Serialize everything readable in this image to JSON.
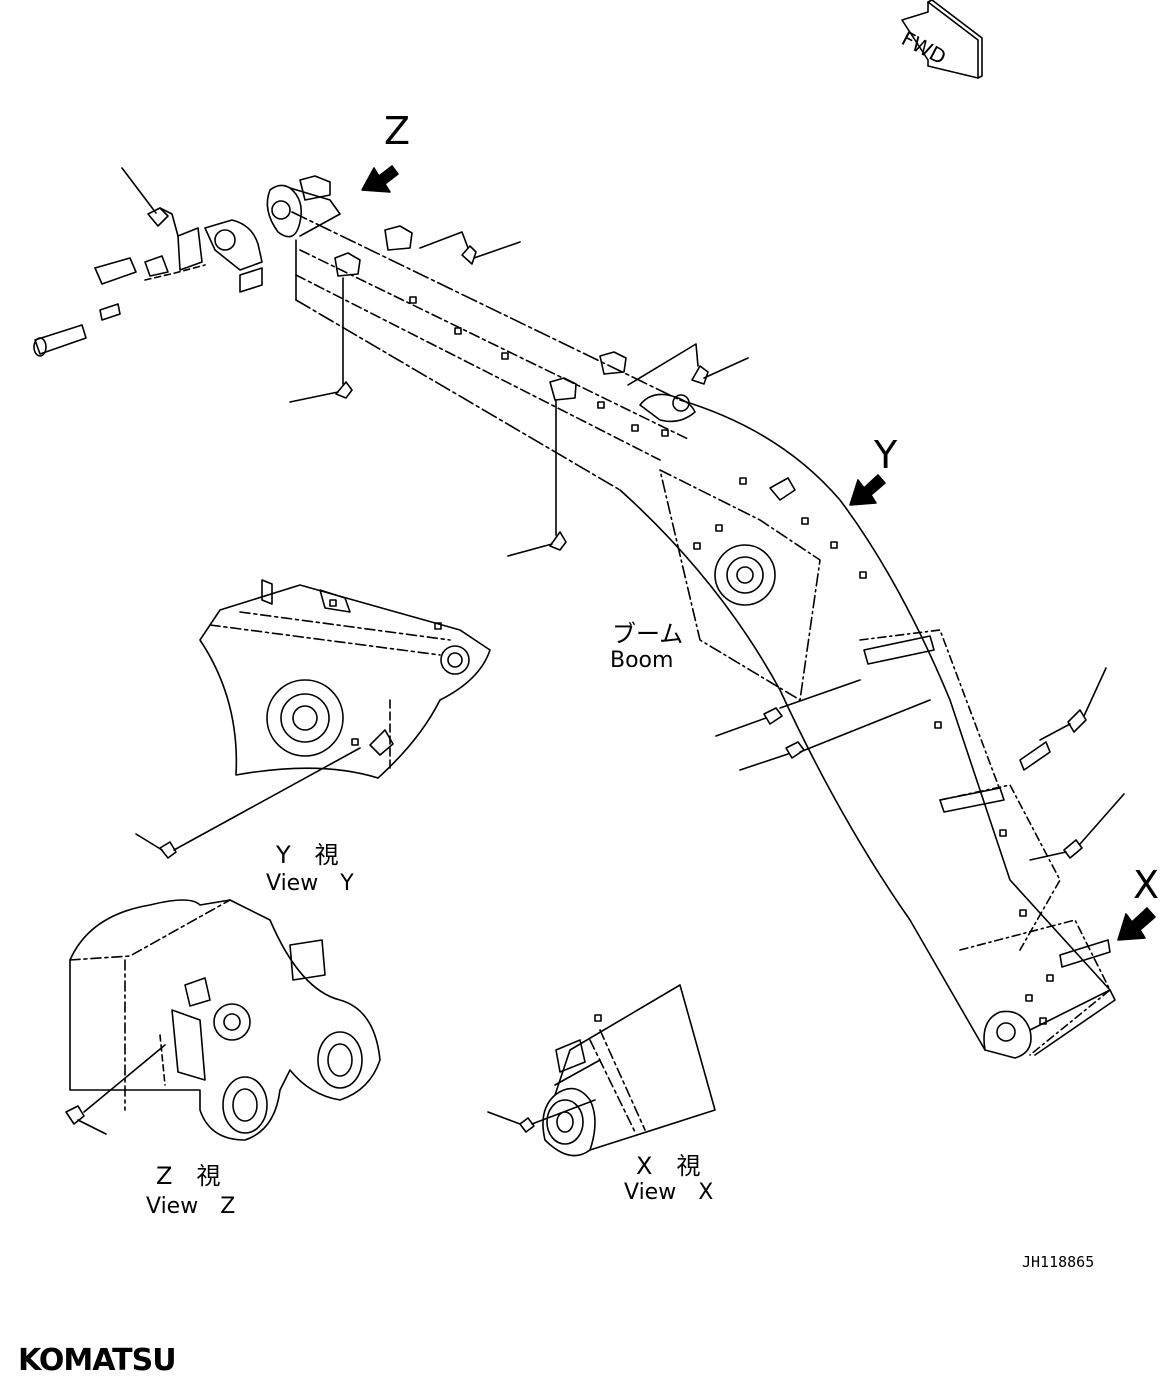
{
  "fwd": {
    "label": "FWD"
  },
  "views": {
    "z_arrow": "Z",
    "y_arrow": "Y",
    "x_arrow": "X",
    "y_view_jp": "Y　視",
    "y_view_en": "View　Y",
    "z_view_jp": "Z　視",
    "z_view_en": "View　Z",
    "x_view_jp": "X　視",
    "x_view_en": "View　X"
  },
  "boom": {
    "label_jp": "ブーム",
    "label_en": "Boom"
  },
  "drawing_code": "JH118865",
  "brand": {
    "logo": "KOMATSU"
  }
}
